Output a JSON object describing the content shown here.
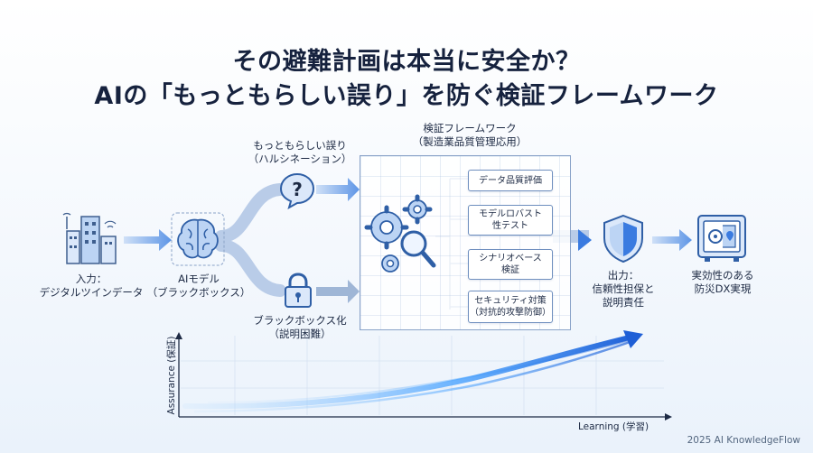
{
  "title": {
    "line1": "その避難計画は本当に安全か？",
    "line2": "AIの「もっともらしい誤り」を防ぐ検証フレームワーク"
  },
  "nodes": {
    "input": {
      "line1": "入力：",
      "line2": "デジタルツインデータ",
      "icon": "city-icon"
    },
    "ai_model": {
      "line1": "AIモデル",
      "line2": "（ブラックボックス）",
      "icon": "brain-icon"
    },
    "hallucination": {
      "line1": "もっともらしい誤り",
      "line2": "（ハルシネーション）",
      "icon": "question-bubble-icon"
    },
    "blackbox": {
      "line1": "ブラックボックス化",
      "line2": "（説明困難）",
      "icon": "lock-icon"
    },
    "framework": {
      "line1": "検証フレームワーク",
      "line2": "（製造業品質管理応用）",
      "icon": "gears-magnifier-icon",
      "items": [
        {
          "line1": "データ品質評価",
          "line2": ""
        },
        {
          "line1": "モデルロバスト",
          "line2": "性テスト"
        },
        {
          "line1": "シナリオベース",
          "line2": "検証"
        },
        {
          "line1": "セキュリティ対策",
          "line2": "（対抗的攻撃防御）"
        }
      ]
    },
    "output": {
      "line1": "出力：",
      "line2": "信頼性担保と",
      "line3": "説明責任",
      "icon": "shield-icon"
    },
    "result": {
      "line1": "実効性のある",
      "line2": "防災DX実現",
      "icon": "safe-map-icon"
    }
  },
  "graph": {
    "y_label": "Assurance (保証)",
    "x_label": "Learning (学習)"
  },
  "footer": "2025 AI KnowledgeFlow",
  "colors": {
    "accent": "#2f6fd6",
    "dark": "#16223e",
    "line": "#6f8fbf"
  }
}
